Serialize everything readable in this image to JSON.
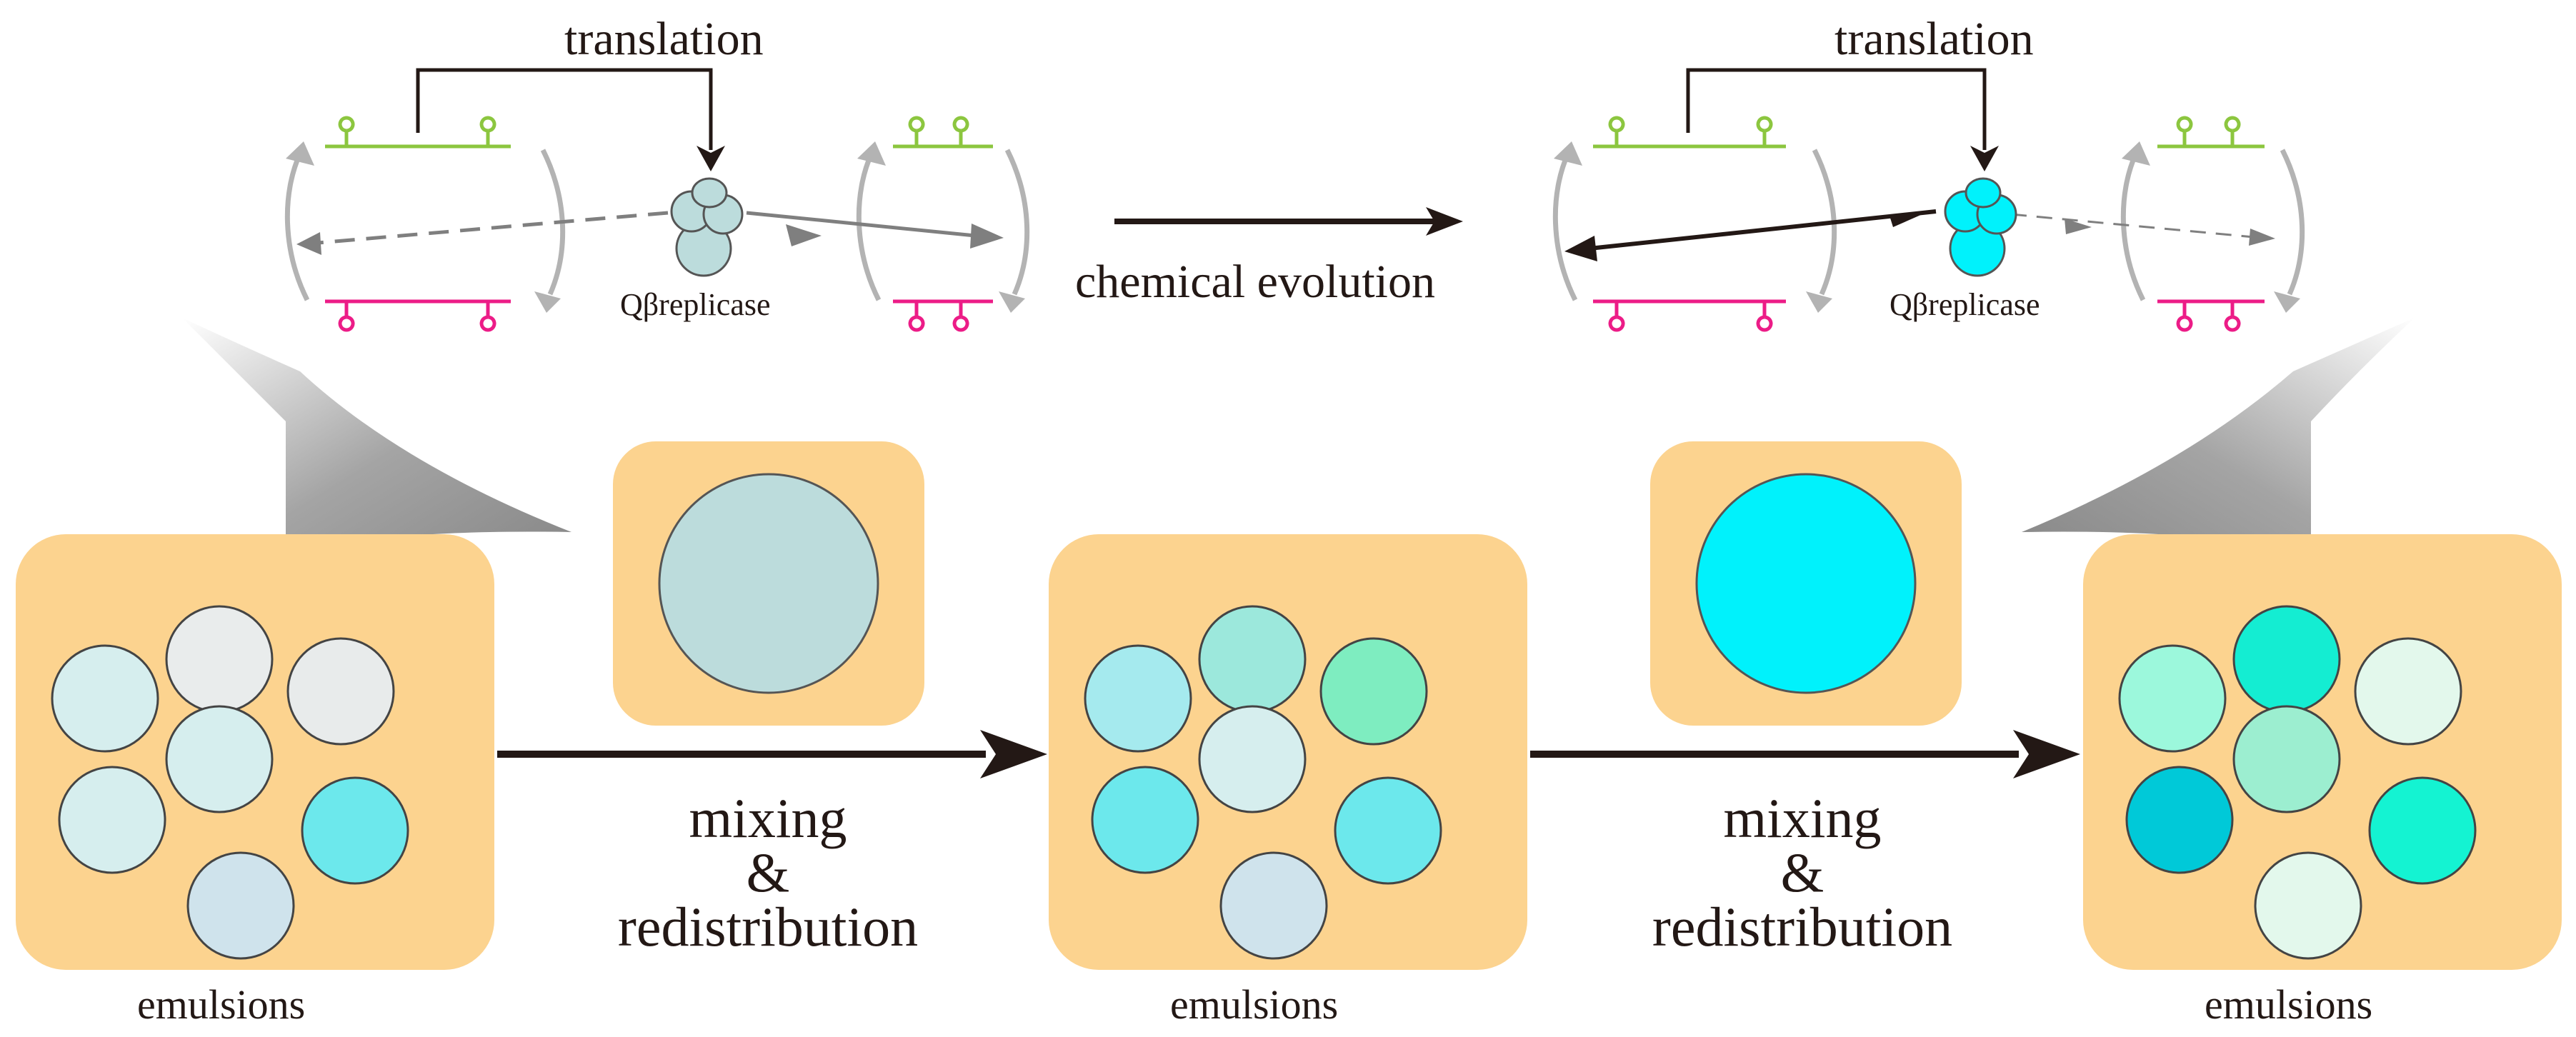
{
  "labels": {
    "translation": "translation",
    "chemical_evolution": "chemical evolution",
    "replicase": "Qβreplicase",
    "emulsions": "emulsions",
    "mixing": "mixing",
    "ampersand": "&",
    "redistribution": "redistribution"
  },
  "colors": {
    "background": "#ffffff",
    "emulsion_box": "#FCD38F",
    "plus_strand": "#8CC63F",
    "minus_strand": "#EC1C87",
    "arrow_dark": "#231815",
    "arrow_gray": "#7f7f7f",
    "recycle_arrow": "#b3b3b3",
    "replicase_initial": "#BCDCDC",
    "replicase_evolved": "#00F2FC"
  },
  "droplet_colors": {
    "left_box": [
      "#D6EEEE",
      "#E9ECEC",
      "#E8EBEB",
      "#D6EEEE",
      "#D6EEEE",
      "#6CE8EC",
      "#CFE3EC"
    ],
    "middle_box": [
      "#A5EAEE",
      "#9CE8DC",
      "#7EEDC0",
      "#D6EEEE",
      "#6CE8EC",
      "#6CE8EC",
      "#CFE3EC"
    ],
    "right_box": [
      "#9CF8DC",
      "#14EDD2",
      "#E3F8EC",
      "#9CEED0",
      "#00C9D8",
      "#14F3D2",
      "#E3F8EC"
    ],
    "selected_left": "#BCDCDC",
    "selected_right": "#00F2FC"
  }
}
